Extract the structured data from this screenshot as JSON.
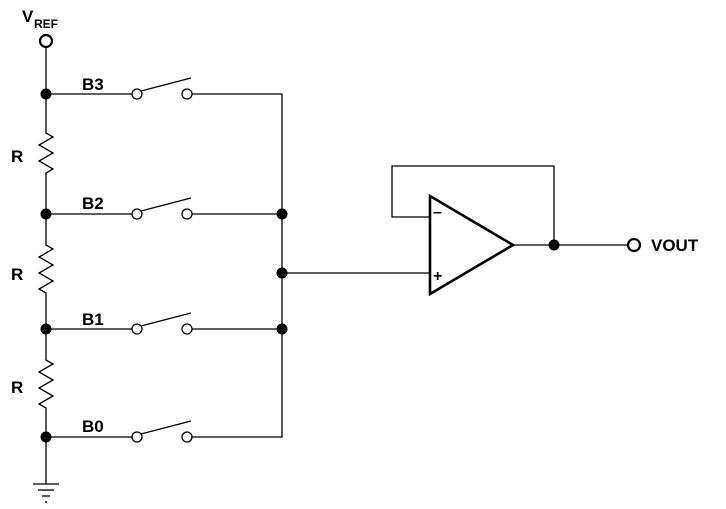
{
  "diagram": {
    "vref": {
      "main": "V",
      "sub": "REF"
    },
    "resistors": [
      "R",
      "R",
      "R"
    ],
    "switches": [
      "B3",
      "B2",
      "B1",
      "B0"
    ],
    "opamp": {
      "inverting": "–",
      "noninverting": "+"
    },
    "output": "VOUT"
  }
}
